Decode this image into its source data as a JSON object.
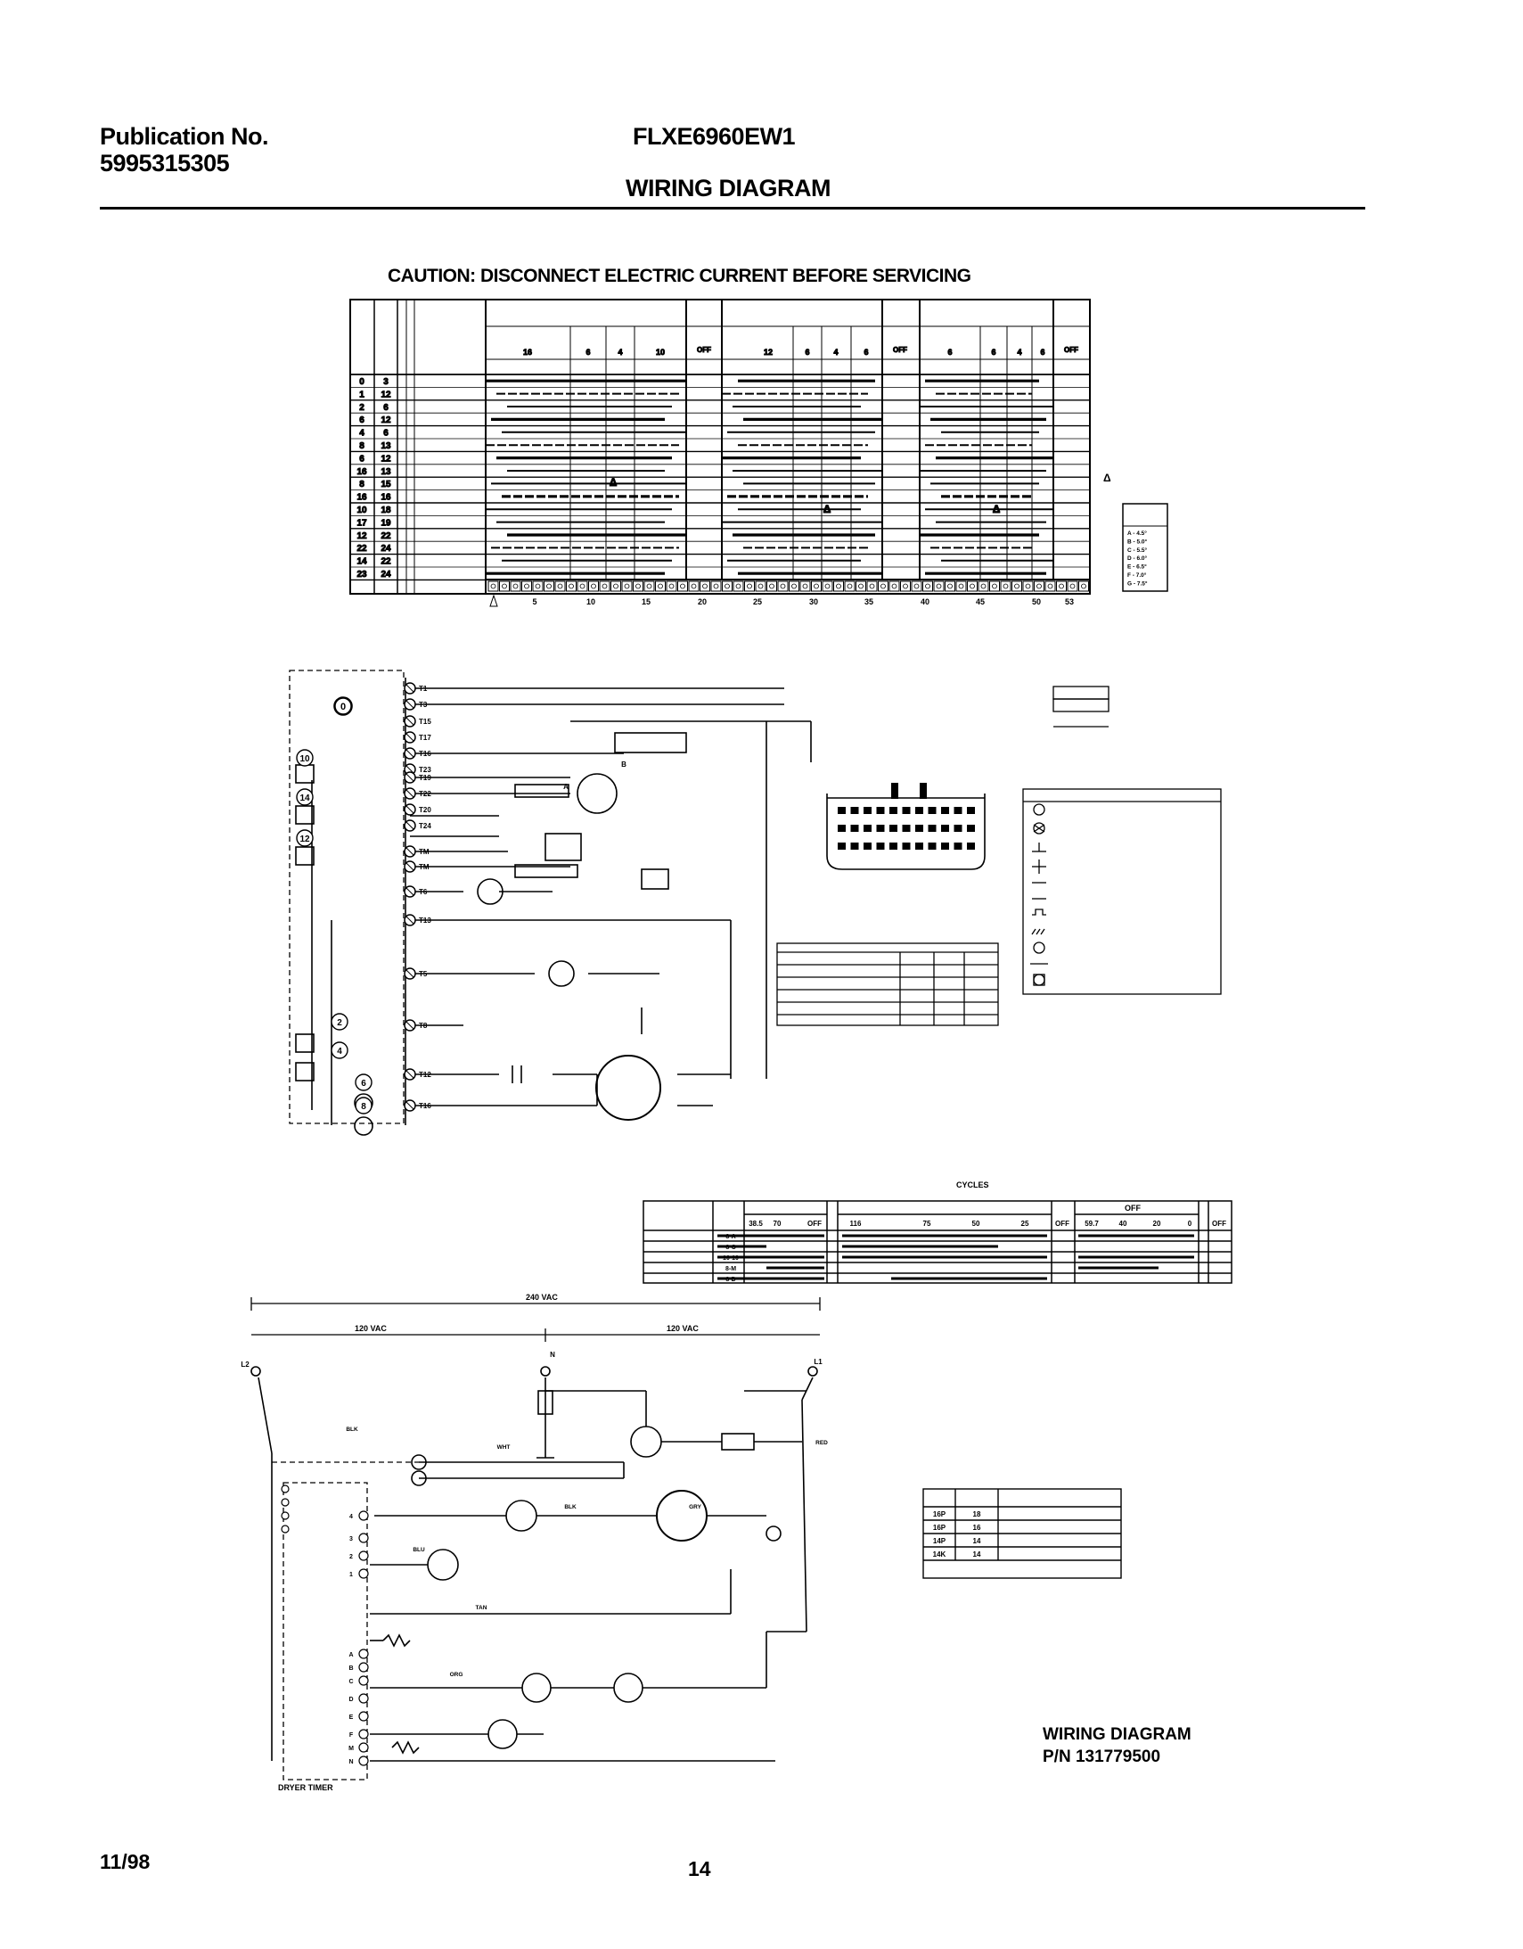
{
  "header": {
    "publication_label": "Publication No.",
    "publication_number": "5995315305",
    "model": "FLXE6960EW1",
    "section_title": "WIRING DIAGRAM"
  },
  "caution": "CAUTION: DISCONNECT ELECTRIC CURRENT BEFORE SERVICING",
  "washer_chart": {
    "cam_numbers": [
      "0",
      "1",
      "2",
      "6",
      "4",
      "8",
      "6",
      "16",
      "8",
      "16",
      "10",
      "17",
      "12",
      "22",
      "14",
      "23"
    ],
    "contact_numbers": [
      "3",
      "12",
      "6",
      "12",
      "6",
      "13",
      "12",
      "13",
      "15",
      "16",
      "18",
      "19",
      "22",
      "24",
      "22",
      "24"
    ],
    "interval_durations": [
      "16",
      "6",
      "4",
      "10",
      "12",
      "6",
      "4",
      "6",
      "6",
      "6",
      "4",
      "6"
    ],
    "bottom_scale": [
      "5",
      "10",
      "15",
      "20",
      "25",
      "30",
      "35",
      "40",
      "45",
      "50",
      "53"
    ],
    "off_label": "OFF",
    "delta_symbol": "Δ",
    "pulse_values": [
      "A - 4.5°",
      "B - 5.0°",
      "C - 5.5°",
      "D - 6.0°",
      "E - 6.5°",
      "F - 7.0°",
      "G - 7.5°"
    ]
  },
  "washer_schematic": {
    "terminals": [
      "T1",
      "T3",
      "T15",
      "T17",
      "T16",
      "T23",
      "T19",
      "T22",
      "T20",
      "T24",
      "TM",
      "TM",
      "T6",
      "T13",
      "T5",
      "T8",
      "T12",
      "T16"
    ],
    "cam_numbers": [
      "10",
      "14",
      "12",
      "2",
      "4",
      "6",
      "8"
    ],
    "zero_marker": "0",
    "bubble_a": "A",
    "bubble_b": "B"
  },
  "dryer_timer_chart": {
    "cycles_label": "CYCLES",
    "cols": [
      "38.5",
      "70",
      "OFF",
      "116",
      "75",
      "50",
      "25",
      "OFF",
      "59.7",
      "40",
      "20",
      "0",
      "OFF"
    ],
    "rows": [
      "8-A",
      "8-C",
      "10-10",
      "8-M",
      "8-D"
    ]
  },
  "dryer_schematic": {
    "voltage_total": "240 VAC",
    "voltage_left": "120 VAC",
    "voltage_right": "120 VAC",
    "node_labels": [
      "L2",
      "N",
      "L1"
    ],
    "wire_labels": [
      "BLK",
      "WHT",
      "RED",
      "BLK",
      "BLU",
      "ORG",
      "GRY",
      "TAN"
    ],
    "contacts": [
      "4",
      "3",
      "2",
      "1",
      "A",
      "B",
      "C",
      "D",
      "E",
      "F",
      "M",
      "N"
    ],
    "dryer_timer_label": "DRYER TIMER"
  },
  "wire_spec_table": {
    "rows": [
      [
        "16P",
        "18"
      ],
      [
        "16P",
        "16"
      ],
      [
        "14P",
        "14"
      ],
      [
        "14K",
        "14"
      ]
    ]
  },
  "diagram_caption": {
    "title": "WIRING DIAGRAM",
    "part_number": "P/N 131779500"
  },
  "footer": {
    "date": "11/98",
    "page": "14"
  }
}
